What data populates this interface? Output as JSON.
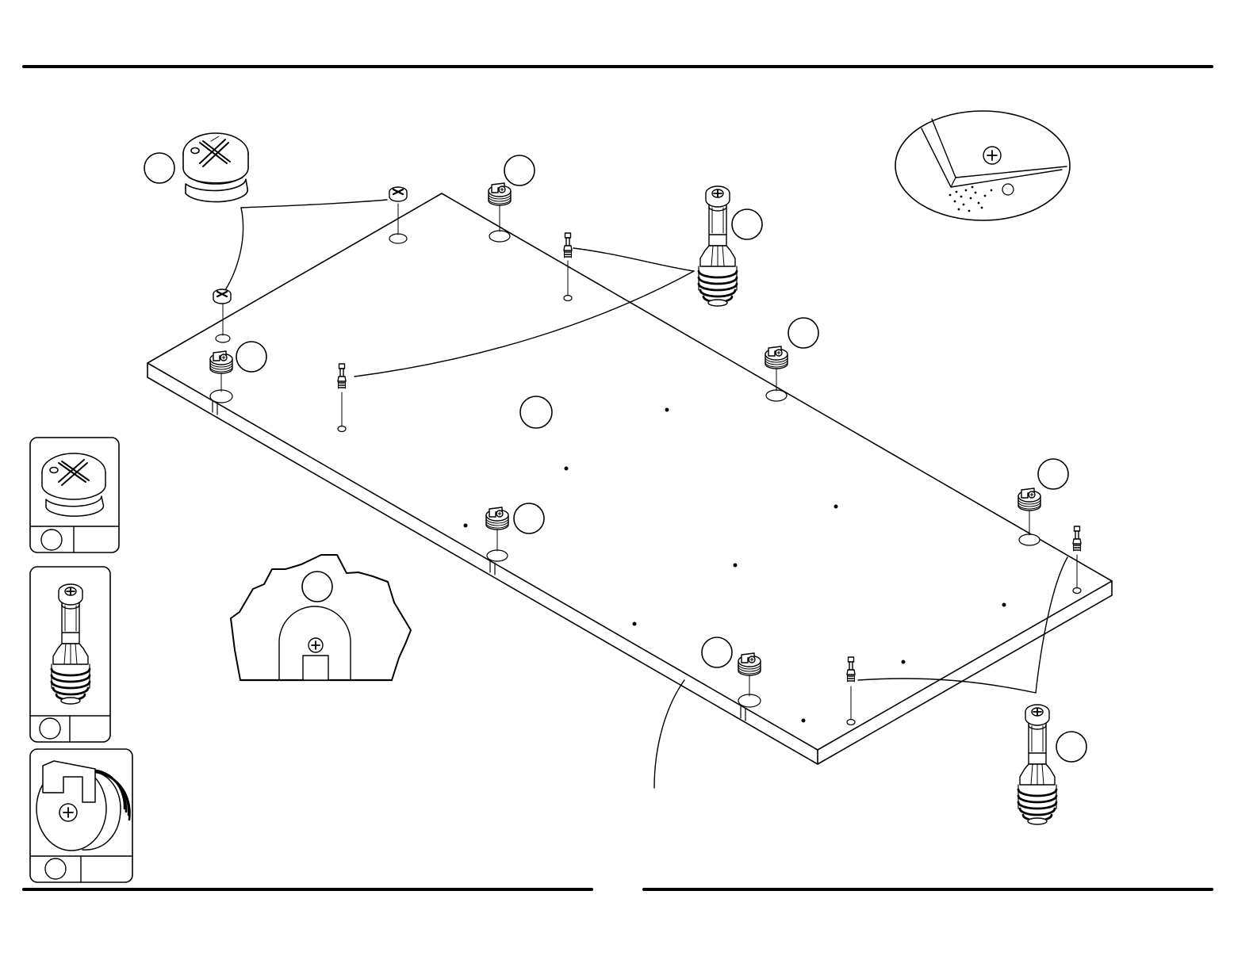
{
  "colors": {
    "ink": "#000000",
    "paper": "#ffffff"
  },
  "icons": [
    "cam-lock-icon",
    "cam-bolt-icon",
    "plastic-cam-icon",
    "phillips-screw-icon"
  ],
  "parts_legend": [
    {
      "name": "cam-lock",
      "letter": "",
      "qty": ""
    },
    {
      "name": "cam-bolt",
      "letter": "",
      "qty": ""
    },
    {
      "name": "plastic-cam",
      "letter": "",
      "qty": ""
    }
  ]
}
